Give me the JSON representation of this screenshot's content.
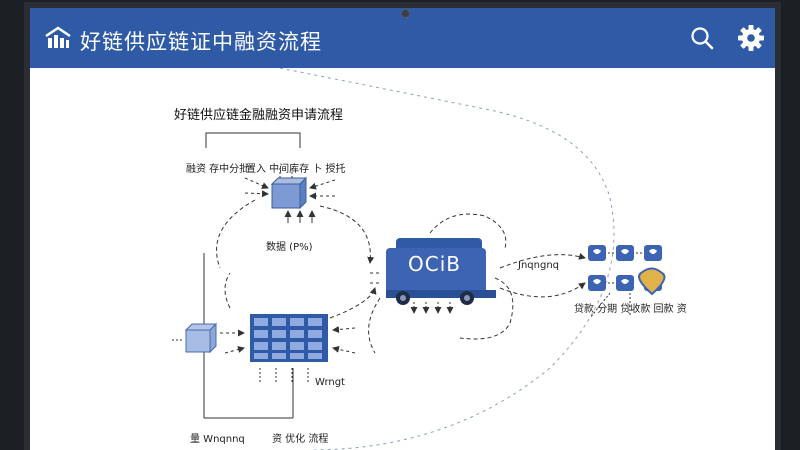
{
  "header": {
    "title": "好链供应链证中融资流程",
    "app_icon": "bar-chart-icon",
    "search_icon": "search-icon",
    "settings_icon": "gear-icon",
    "bar_color": "#2e5aa6"
  },
  "diagram": {
    "title": "好链供应链金融融资申请流程",
    "label_top_left": "融资 存中分批",
    "label_top_right": "置入 中间库存 卜 授托",
    "label_mid_left": "数据 (P%)",
    "truck_label": "OCiB",
    "label_right_arrow": "Jnqngnq",
    "label_payments": "贷款 分期 贷收款 回款 资",
    "label_warehouse_bottom": "Wrngt",
    "label_bottom_left": "量 Wnqnnq",
    "label_bottom_mid": "资 优化 流程",
    "accent_color": "#3d64b2"
  }
}
